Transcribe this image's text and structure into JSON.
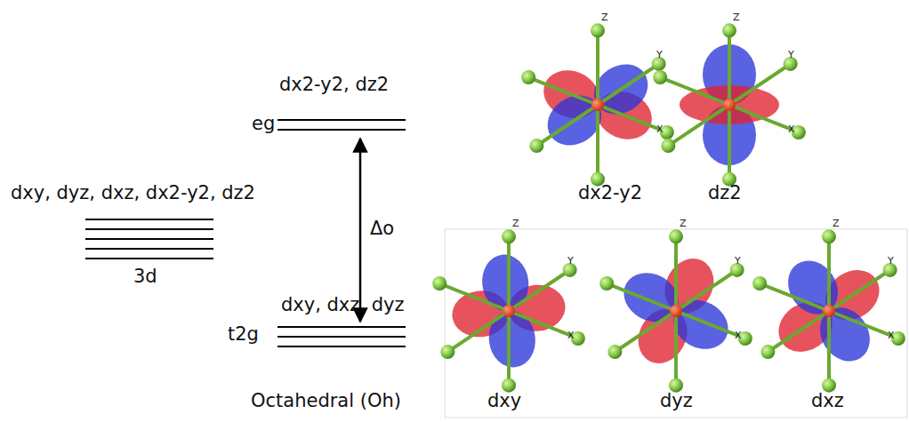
{
  "diagram": {
    "labels": [
      "dx2-y2, dz2",
      "eg",
      "Δo",
      "dxy, dyz, dxz, dx2-y2, dz2",
      "3d",
      "dxy, dxz, dyz",
      "t2g",
      "Octahedral (Oh)",
      "dx2-y2",
      "Z",
      "Y",
      "X",
      "dz2",
      "Z",
      "Y",
      "X",
      "dxy",
      "Z",
      "Y",
      "X",
      "dyz",
      "Z",
      "Y",
      "X",
      "dxz",
      "Z",
      "Y",
      "X"
    ]
  }
}
